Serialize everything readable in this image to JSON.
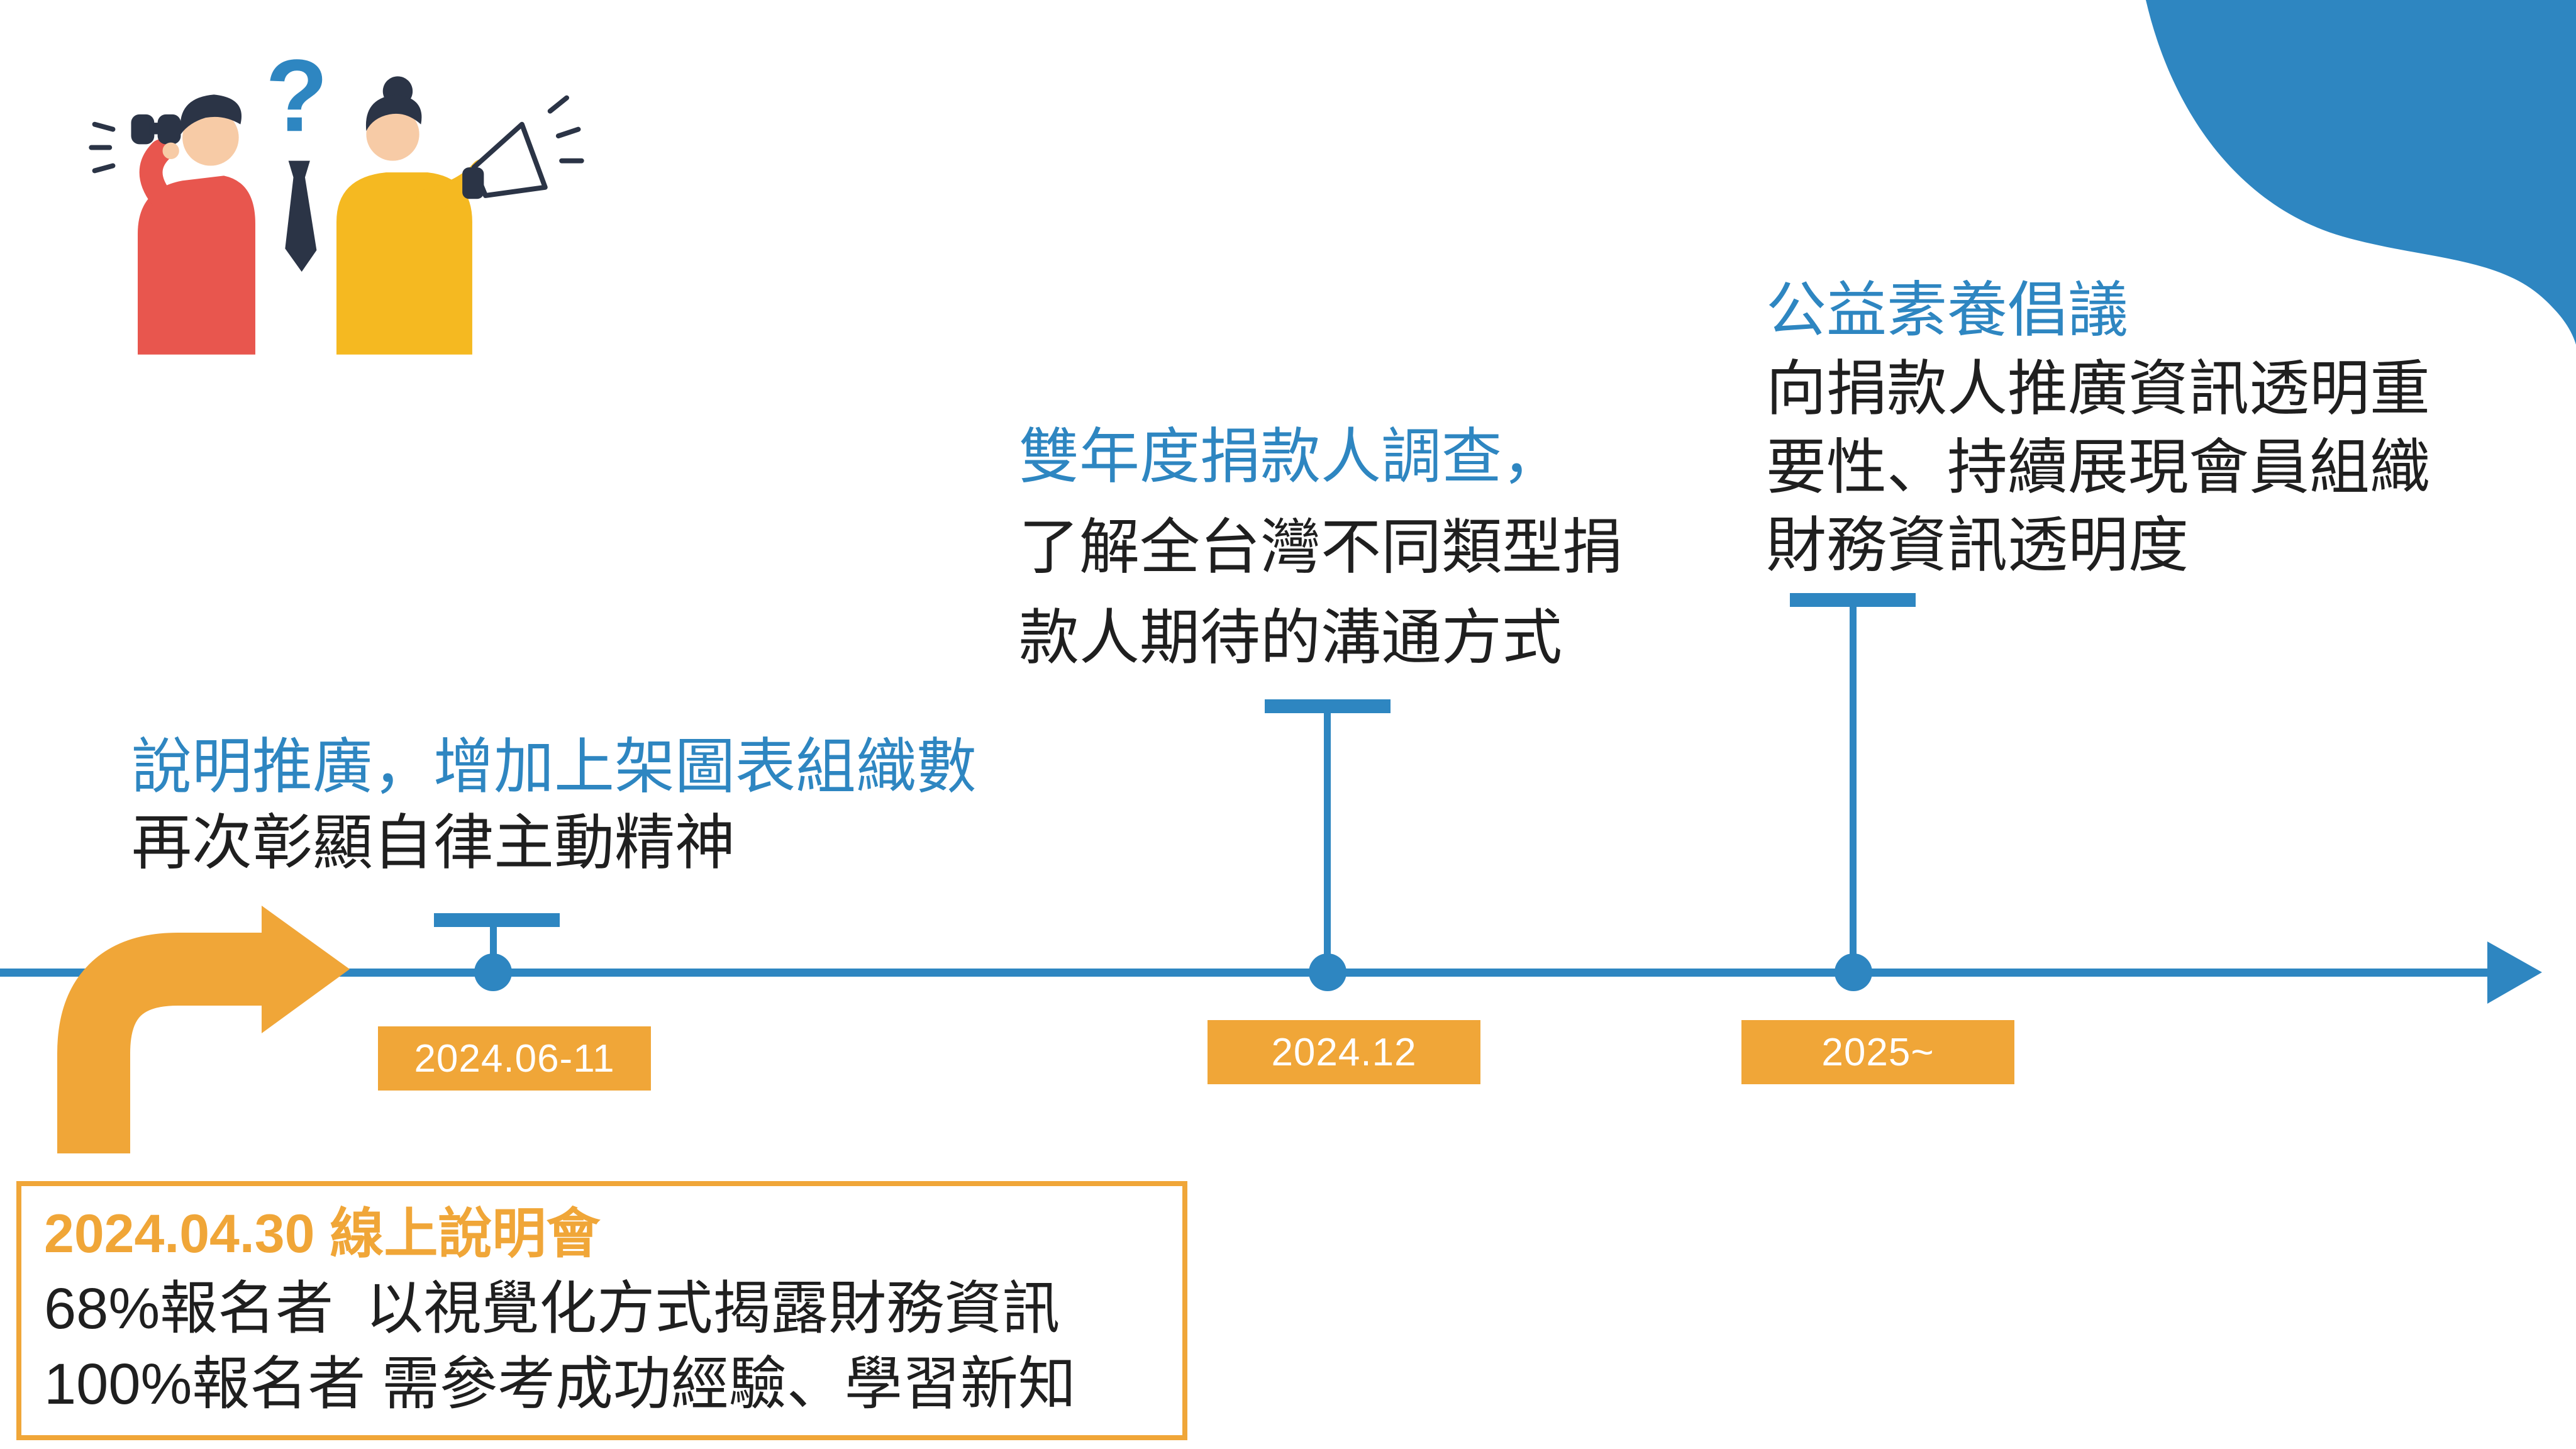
{
  "colors": {
    "blue": "#2e86c1",
    "orange": "#f0a638",
    "ink": "#1f1f1f",
    "red": "#e8564e",
    "yellow": "#f5b921",
    "navy": "#2b3446",
    "skin": "#f7cba6"
  },
  "timeline": {
    "milestones": [
      {
        "date": "2024.06-11",
        "heading": "說明推廣，增加上架圖表組織數",
        "body_lines": [
          "再次彰顯自律主動精神"
        ]
      },
      {
        "date": "2024.12",
        "heading": "雙年度捐款人調查，",
        "body_lines": [
          "了解全台灣不同類型捐",
          "款人期待的溝通方式"
        ]
      },
      {
        "date": "2025~",
        "heading": "公益素養倡議",
        "body_lines": [
          "向捐款人推廣資訊透明重",
          "要性、持續展現會員組織",
          "財務資訊透明度"
        ]
      }
    ]
  },
  "callout": {
    "title": "2024.04.30 線上說明會",
    "lines": [
      "68%報名者  以視覺化方式揭露財務資訊",
      "100%報名者 需參考成功經驗、學習新知"
    ]
  },
  "icons": {
    "question_mark": "?",
    "people_illustration": "two-people-binoculars-and-megaphone",
    "corner_blob": "blue-organic-corner-shape",
    "curved_arrow": "orange-curved-start-arrow"
  }
}
